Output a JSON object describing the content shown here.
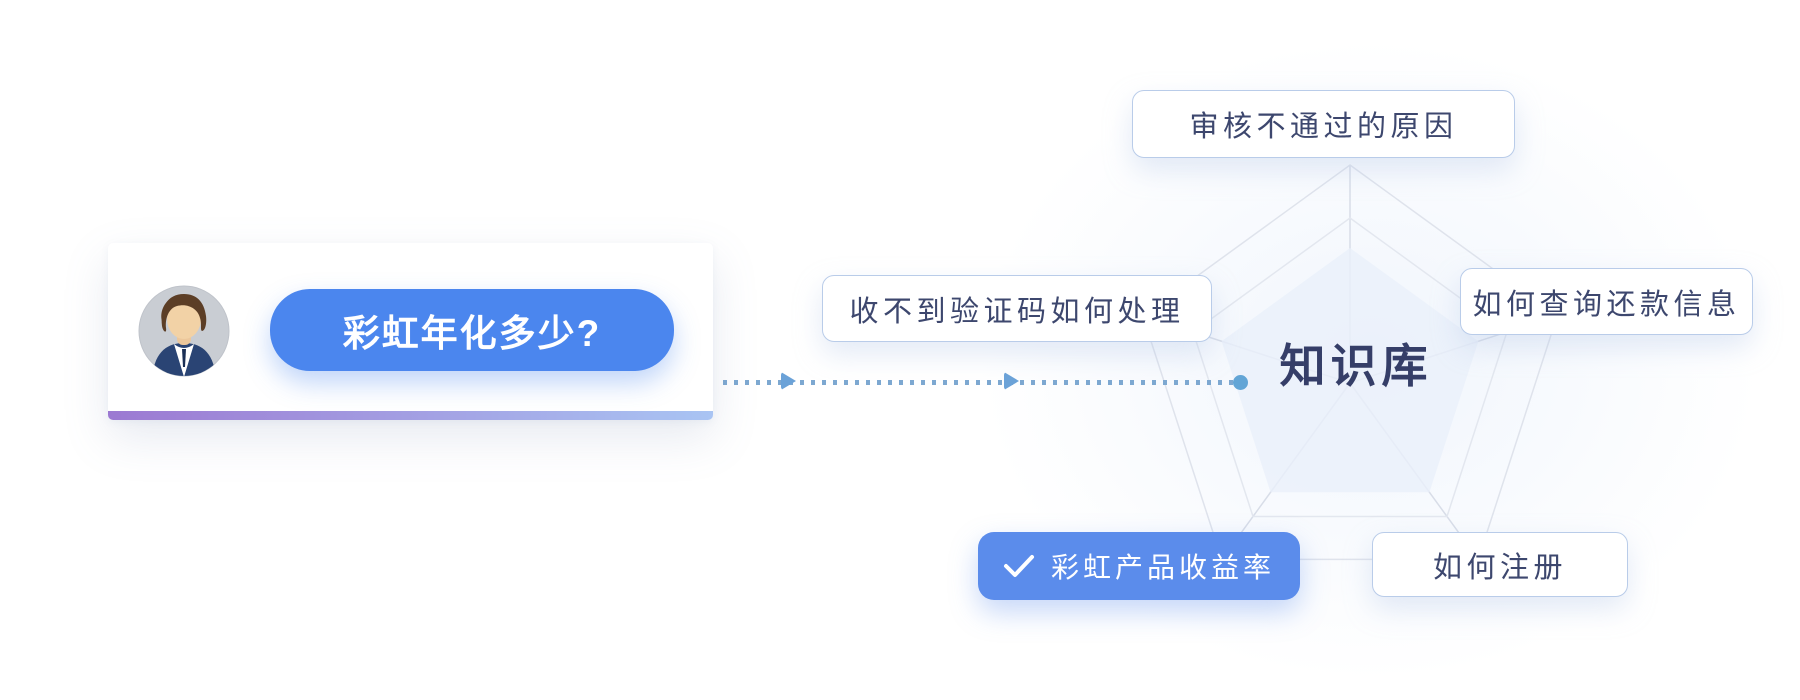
{
  "question_card": {
    "bubble_text": "彩虹年化多少?",
    "avatar_icon": "user-avatar"
  },
  "knowledge_base": {
    "title": "知识库",
    "topics": [
      {
        "label": "审核不通过的原因",
        "active": false
      },
      {
        "label": "收不到验证码如何处理",
        "active": false
      },
      {
        "label": "如何查询还款信息",
        "active": false
      },
      {
        "label": "彩虹产品收益率",
        "active": true,
        "check_icon": "✓"
      },
      {
        "label": "如何注册",
        "active": false
      }
    ]
  },
  "colors": {
    "bubble_blue": "#4b86ee",
    "active_topic_blue": "#5b8ceb",
    "title_navy": "#353e68",
    "topic_text": "#3d476e",
    "topic_border": "#b9cce9",
    "connector_dot": "#7da8d1",
    "connector_arrow": "#6ba2d8",
    "connector_end": "#62a5d6",
    "gradient_bar_left": "#9c79d2",
    "gradient_bar_right": "#a9c4f3",
    "radar_line": "#dfe3ec",
    "radar_fill": "#eaf0fa"
  }
}
